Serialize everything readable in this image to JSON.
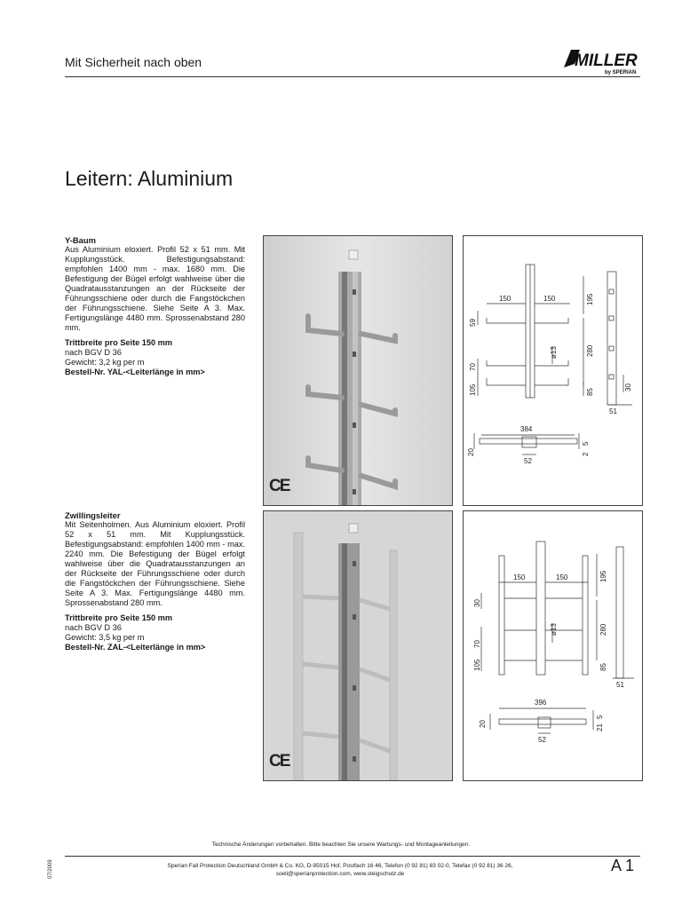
{
  "header": {
    "title": "Mit Sicherheit nach oben",
    "logo_text": "MILLER",
    "logo_subtext": "by SPERIAN"
  },
  "page_title": "Leitern: Aluminium",
  "products": [
    {
      "name": "Y-Baum",
      "description": "Aus Aluminium eloxiert. Profil 52 x 51 mm. Mit Kupplungsstück. Befestigungsabstand: empfohlen 1400 mm - max. 1680 mm. Die Befestigung der Bügel erfolgt wahlweise über die Quadratausstanzungen an der Rückseite der Führungsschiene oder durch die Fangstöckchen der Führungsschiene. Siehe Seite A 3. Max. Fertigungslänge 4480 mm. Sprossenabstand 280 mm.",
      "trittbreite": "Trittbreite pro Seite 150 mm",
      "norm": "nach BGV D 36",
      "gewicht": "Gewicht: 3,2 kg per m",
      "bestell": "Bestell-Nr. YAL-<Leiterlänge in mm>",
      "ce_mark": "CE",
      "dims": {
        "w1": "150",
        "w2": "150",
        "h_top": "195",
        "d59": "59",
        "d13": "ø13",
        "h_mid": "280",
        "d70": "70",
        "d105": "105",
        "d85": "85",
        "d30": "30",
        "d51": "51",
        "width": "384",
        "d20": "20",
        "d52": "52",
        "d5": "5",
        "d2": "2"
      }
    },
    {
      "name": "Zwillingsleiter",
      "description": "Mit Seitenholmen. Aus Aluminium eloxiert. Profil 52 x 51 mm. Mit Kupplungsstück. Befestigungsabstand: empfohlen 1400 mm - max. 2240 mm. Die Befestigung der Bügel erfolgt wahlweise über die Quadratausstanzungen an der Rückseite der Führungsschiene oder durch die Fangstöckchen der Führungsschiene. Siehe Seite A 3. Max. Fertigungslänge 4480 mm. Sprossenabstand 280 mm.",
      "trittbreite": "Trittbreite pro Seite 150 mm",
      "norm": "nach BGV D 36",
      "gewicht": "Gewicht: 3,5 kg per m",
      "bestell": "Bestell-Nr. ZAL-<Leiterlänge in mm>",
      "ce_mark": "CE",
      "dims": {
        "w1": "150",
        "w2": "150",
        "h_top": "195",
        "d30": "30",
        "d13": "ø13",
        "h_mid": "280",
        "d70": "70",
        "d105": "105",
        "d85": "85",
        "d51": "51",
        "width": "396",
        "d20": "20",
        "d52": "52",
        "d5": "5",
        "d21": "21"
      }
    }
  ],
  "footer": {
    "note": "Technische Änderungen vorbehalten. Bitte beachten Sie unsere Wartungs- und Montageanleitungen.",
    "company": "Sperian Fall Protection Deutschland GmbH & Co. KG, D-95015 Hof, Postfach 16 46, Telefon (0 92 81) 83 02-0, Telefax (0 92 81) 36 26,",
    "contact": "soeli@sperianprotection.com, www.steigschutz.de",
    "page": "A 1",
    "date_code": "07/2009"
  }
}
